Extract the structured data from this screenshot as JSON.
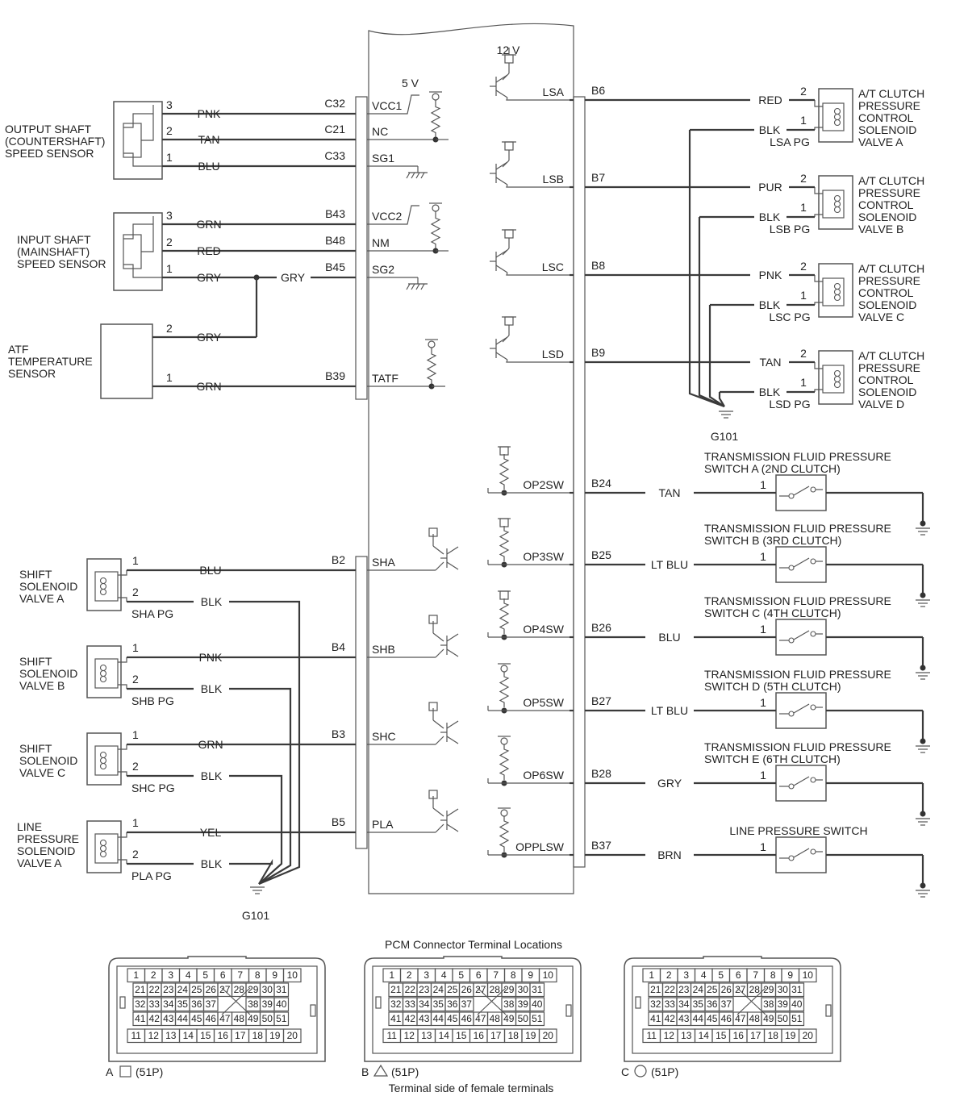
{
  "pcm": {
    "left_pins": [
      {
        "pin": "C32",
        "name": "VCC1"
      },
      {
        "pin": "C21",
        "name": "NC"
      },
      {
        "pin": "C33",
        "name": "SG1"
      },
      {
        "pin": "B43",
        "name": "VCC2"
      },
      {
        "pin": "B48",
        "name": "NM"
      },
      {
        "pin": "B45",
        "name": "SG2"
      },
      {
        "pin": "B39",
        "name": "TATF"
      },
      {
        "pin": "B2",
        "name": "SHA"
      },
      {
        "pin": "B4",
        "name": "SHB"
      },
      {
        "pin": "B3",
        "name": "SHC"
      },
      {
        "pin": "B5",
        "name": "PLA"
      }
    ],
    "right_pins": [
      {
        "pin": "B6",
        "name": "LSA"
      },
      {
        "pin": "B7",
        "name": "LSB"
      },
      {
        "pin": "B8",
        "name": "LSC"
      },
      {
        "pin": "B9",
        "name": "LSD"
      },
      {
        "pin": "B24",
        "name": "OP2SW"
      },
      {
        "pin": "B25",
        "name": "OP3SW"
      },
      {
        "pin": "B26",
        "name": "OP4SW"
      },
      {
        "pin": "B27",
        "name": "OP5SW"
      },
      {
        "pin": "B28",
        "name": "OP6SW"
      },
      {
        "pin": "B37",
        "name": "OPPLSW"
      }
    ],
    "voltages": {
      "five": "5 V",
      "twelve": "12 V"
    }
  },
  "sensors": [
    {
      "lines": [
        "OUTPUT SHAFT",
        "(COUNTERSHAFT)",
        "SPEED SENSOR"
      ],
      "wires": [
        {
          "term": "3",
          "color": "PNK"
        },
        {
          "term": "2",
          "color": "TAN"
        },
        {
          "term": "1",
          "color": "BLU"
        }
      ]
    },
    {
      "lines": [
        "INPUT SHAFT",
        "(MAINSHAFT)",
        "SPEED SENSOR"
      ],
      "wires": [
        {
          "term": "3",
          "color": "GRN"
        },
        {
          "term": "2",
          "color": "RED"
        },
        {
          "term": "1",
          "color": "GRY"
        }
      ]
    },
    {
      "lines": [
        "ATF",
        "TEMPERATURE",
        "SENSOR"
      ],
      "wires": [
        {
          "term": "2",
          "color": "GRY"
        },
        {
          "term": "1",
          "color": "GRN"
        }
      ]
    }
  ],
  "gry_splice_label": "GRY",
  "left_solenoids": [
    {
      "lines": [
        "SHIFT",
        "SOLENOID",
        "VALVE A"
      ],
      "t1": "1",
      "c1": "BLU",
      "t2": "2",
      "c2": "BLK",
      "pg": "SHA PG"
    },
    {
      "lines": [
        "SHIFT",
        "SOLENOID",
        "VALVE B"
      ],
      "t1": "1",
      "c1": "PNK",
      "t2": "2",
      "c2": "BLK",
      "pg": "SHB PG"
    },
    {
      "lines": [
        "SHIFT",
        "SOLENOID",
        "VALVE C"
      ],
      "t1": "1",
      "c1": "GRN",
      "t2": "2",
      "c2": "BLK",
      "pg": "SHC PG"
    },
    {
      "lines": [
        "LINE",
        "PRESSURE",
        "SOLENOID",
        "VALVE A"
      ],
      "t1": "1",
      "c1": "YEL",
      "t2": "2",
      "c2": "BLK",
      "pg": "PLA PG"
    }
  ],
  "clutch_solenoids": [
    {
      "lines": [
        "A/T CLUTCH",
        "PRESSURE",
        "CONTROL",
        "SOLENOID",
        "VALVE A"
      ],
      "t1": "2",
      "c1": "RED",
      "t2": "1",
      "c2": "BLK",
      "pg": "LSA PG"
    },
    {
      "lines": [
        "A/T CLUTCH",
        "PRESSURE",
        "CONTROL",
        "SOLENOID",
        "VALVE B"
      ],
      "t1": "2",
      "c1": "PUR",
      "t2": "1",
      "c2": "BLK",
      "pg": "LSB PG"
    },
    {
      "lines": [
        "A/T CLUTCH",
        "PRESSURE",
        "CONTROL",
        "SOLENOID",
        "VALVE C"
      ],
      "t1": "2",
      "c1": "PNK",
      "t2": "1",
      "c2": "BLK",
      "pg": "LSC PG"
    },
    {
      "lines": [
        "A/T CLUTCH",
        "PRESSURE",
        "CONTROL",
        "SOLENOID",
        "VALVE D"
      ],
      "t1": "2",
      "c1": "TAN",
      "t2": "1",
      "c2": "BLK",
      "pg": "LSD PG"
    }
  ],
  "pressure_switches": [
    {
      "lines": [
        "TRANSMISSION FLUID PRESSURE",
        "SWITCH A (2ND CLUTCH)"
      ],
      "term": "1",
      "color": "TAN"
    },
    {
      "lines": [
        "TRANSMISSION FLUID PRESSURE",
        "SWITCH B (3RD CLUTCH)"
      ],
      "term": "1",
      "color": "LT BLU"
    },
    {
      "lines": [
        "TRANSMISSION FLUID PRESSURE",
        "SWITCH C (4TH CLUTCH)"
      ],
      "term": "1",
      "color": "BLU"
    },
    {
      "lines": [
        "TRANSMISSION FLUID PRESSURE",
        "SWITCH D (5TH CLUTCH)"
      ],
      "term": "1",
      "color": "LT BLU"
    },
    {
      "lines": [
        "TRANSMISSION FLUID PRESSURE",
        "SWITCH E (6TH CLUTCH)"
      ],
      "term": "1",
      "color": "GRY"
    },
    {
      "lines": [
        "LINE PRESSURE SWITCH"
      ],
      "term": "1",
      "color": "BRN"
    }
  ],
  "grounds": {
    "right": "G101",
    "left": "G101"
  },
  "connectors": {
    "title": "PCM Connector Terminal Locations",
    "footer": "Terminal side of female terminals",
    "rows": [
      [
        "1",
        "2",
        "3",
        "4",
        "5",
        "6",
        "7",
        "8",
        "9",
        "10"
      ],
      [
        "21",
        "22",
        "23",
        "24",
        "25",
        "26",
        "27",
        "28",
        "29",
        "30",
        "31"
      ],
      [
        "32",
        "33",
        "34",
        "35",
        "36",
        "37",
        "38",
        "39",
        "40"
      ],
      [
        "41",
        "42",
        "43",
        "44",
        "45",
        "46",
        "47",
        "48",
        "49",
        "50",
        "51"
      ],
      [
        "11",
        "12",
        "13",
        "14",
        "15",
        "16",
        "17",
        "18",
        "19",
        "20"
      ]
    ],
    "labels": [
      {
        "letter": "A",
        "shape": "square",
        "pins": "(51P)"
      },
      {
        "letter": "B",
        "shape": "triangle",
        "pins": "(51P)"
      },
      {
        "letter": "C",
        "shape": "circle",
        "pins": "(51P)"
      }
    ]
  }
}
